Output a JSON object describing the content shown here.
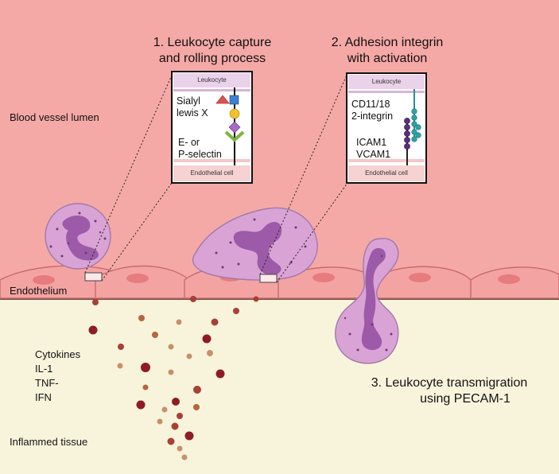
{
  "titles": {
    "step1_line1": "1. Leukocyte capture",
    "step1_line2": "and rolling process",
    "step2_line1": "2. Adhesion integrin",
    "step2_line2": "with activation",
    "step3_line1": "3. Leukocyte transmigration",
    "step3_line2": "using PECAM-1"
  },
  "regions": {
    "lumen": "Blood vessel lumen",
    "endothelium": "Endothelium",
    "tissue": "Inflammed tissue"
  },
  "cytokines": {
    "heading": "Cytokines",
    "items": [
      "IL-1",
      "TNF-",
      "IFN"
    ]
  },
  "box1": {
    "top": "Leukocyte",
    "bottom": "Endothelial cell",
    "ligand_line1": "Sialyl",
    "ligand_line2": "lewis X",
    "receptor_line1": "E- or",
    "receptor_line2": "P-selectin"
  },
  "box2": {
    "top": "Leukocyte",
    "bottom": "Endothelial cell",
    "integrin_line1": "CD11/18",
    "integrin_line2": "2-integrin",
    "receptor_line1": "ICAM1",
    "receptor_line2": "VCAM1"
  },
  "colors": {
    "lumen": "#f5a9a6",
    "tissue": "#f8f4dc",
    "cell": "#d9a3d6",
    "nucleus": "#9c5aa8",
    "endothelium": "#f4a3a3",
    "endo_nucleus": "#e67c7e",
    "cytokine_dark": "#8e1b25",
    "cytokine_light": "#c7906a"
  }
}
